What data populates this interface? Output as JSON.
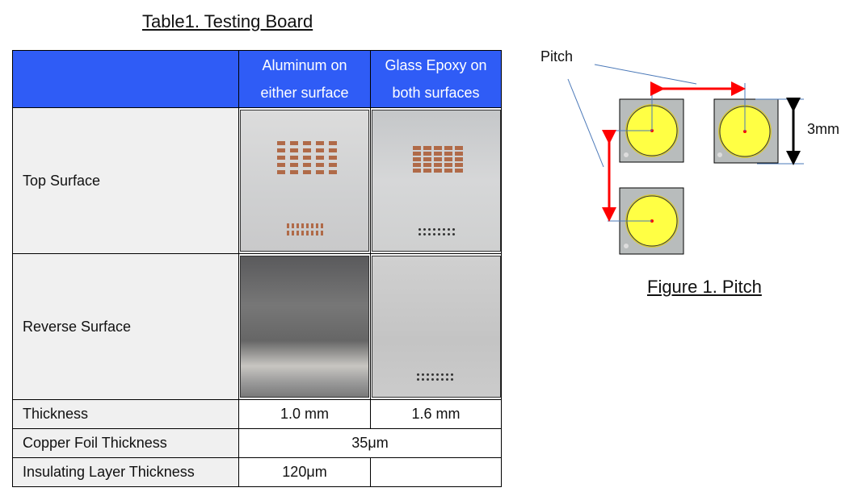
{
  "table": {
    "title": "Table1. Testing Board",
    "header_color": "#2f5cf6",
    "columns": [
      {
        "line1": "Aluminum on",
        "line2": "either surface"
      },
      {
        "line1": "Glass Epoxy on",
        "line2": "both surfaces"
      }
    ],
    "rows": {
      "top_surface": {
        "label": "Top Surface",
        "images": [
          "aluminum-top-photo",
          "glass-epoxy-top-photo"
        ]
      },
      "reverse_surface": {
        "label": "Reverse Surface",
        "images": [
          "aluminum-reverse-photo",
          "glass-epoxy-reverse-photo"
        ]
      },
      "thickness": {
        "label": "Thickness",
        "aluminum": "1.0 mm",
        "glass_epoxy": "1.6 mm"
      },
      "copper_foil": {
        "label": "Copper Foil Thickness",
        "value": "35μm"
      },
      "insulating_layer": {
        "label": "Insulating Layer Thickness",
        "aluminum": "120μm",
        "glass_epoxy": ""
      }
    }
  },
  "figure": {
    "caption": "Figure 1. Pitch",
    "pitch_label": "Pitch",
    "size_label": "3mm",
    "arrow_color": "#ff0000",
    "led_color": "#ffff44"
  }
}
